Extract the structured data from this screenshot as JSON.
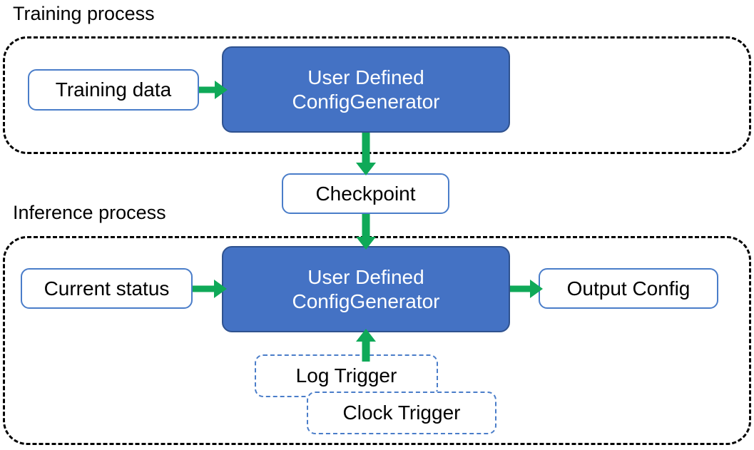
{
  "diagram": {
    "title_visible": false,
    "colors": {
      "node_blue_fill": "#4472C4",
      "node_blue_border": "#2F528F",
      "node_white_border": "#4A7DC9",
      "arrow_green": "#0FA958",
      "container_dashed": "#000000",
      "text_dark": "#000000",
      "text_light": "#FFFFFF"
    },
    "sections": [
      {
        "id": "training",
        "label": "Training process"
      },
      {
        "id": "inference",
        "label": "Inference process"
      }
    ],
    "nodes": {
      "training_data": {
        "label": "Training data",
        "style": "white-solid"
      },
      "training_config_generator": {
        "line1": "User Defined",
        "line2": "ConfigGenerator",
        "style": "blue-filled"
      },
      "checkpoint": {
        "label": "Checkpoint",
        "style": "white-solid"
      },
      "current_status": {
        "label": "Current status",
        "style": "white-solid"
      },
      "inference_config_generator": {
        "line1": "User Defined",
        "line2": "ConfigGenerator",
        "style": "blue-filled"
      },
      "output_config": {
        "label": "Output Config",
        "style": "white-solid"
      },
      "log_trigger": {
        "label": "Log Trigger",
        "style": "white-dashed"
      },
      "clock_trigger": {
        "label": "Clock Trigger",
        "style": "white-dashed"
      }
    },
    "arrows": [
      {
        "id": "training-data-to-config-generator",
        "from": "training_data",
        "to": "training_config_generator",
        "direction": "right"
      },
      {
        "id": "config-generator-to-checkpoint",
        "from": "training_config_generator",
        "to": "checkpoint",
        "direction": "down"
      },
      {
        "id": "checkpoint-to-inference-config-generator",
        "from": "checkpoint",
        "to": "inference_config_generator",
        "direction": "down"
      },
      {
        "id": "current-status-to-config-generator",
        "from": "current_status",
        "to": "inference_config_generator",
        "direction": "right"
      },
      {
        "id": "config-generator-to-output-config",
        "from": "inference_config_generator",
        "to": "output_config",
        "direction": "right"
      },
      {
        "id": "triggers-to-config-generator",
        "from": "log_trigger",
        "to": "inference_config_generator",
        "direction": "up"
      }
    ]
  }
}
